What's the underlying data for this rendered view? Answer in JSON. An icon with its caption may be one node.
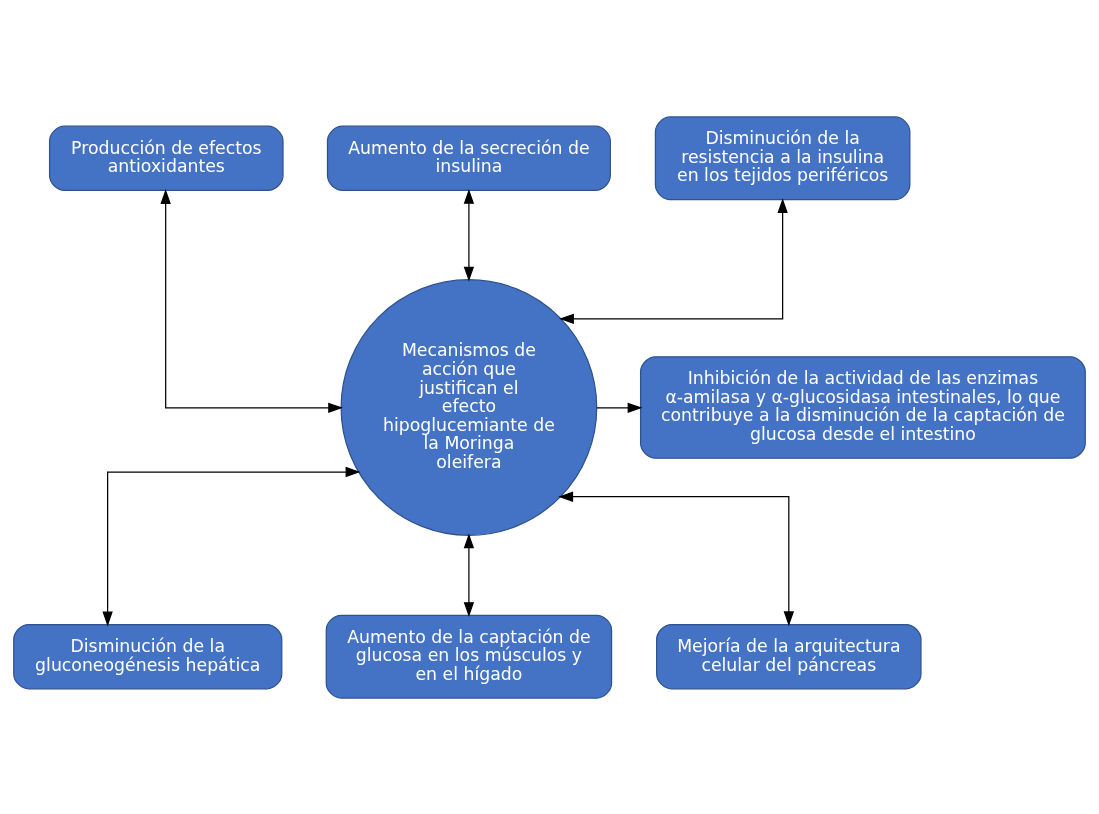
{
  "diagram": {
    "nodes": [
      {
        "text": [
          "Producción de efectos antioxidantes"
        ]
      },
      {
        "text": [
          "Aumento de la secreción de insulina"
        ]
      },
      {
        "text": [
          "Disminución de la resistencia a la insulina en los tejidos periféricos"
        ]
      },
      {
        "text": [
          "Mecanismos de acción que justifican el efecto hipoglucemiante de la Moringa oleifera"
        ]
      },
      {
        "text": [
          "Inhibición de la actividad de las enzimas α-amilasa y α-glucosidasa intestinales, lo que contribuye a la disminución de la captación de glucosa desde el intestino"
        ]
      },
      {
        "text": [
          "Disminución de la gluconeogénesis hepática"
        ]
      },
      {
        "text": [
          "Aumento de la captación de glucosa en los músculos y en el hígado"
        ]
      },
      {
        "text": [
          "Mejoría de la arquitectura celular del páncreas"
        ]
      }
    ],
    "edges": [
      {
        "from": 3,
        "to": 0,
        "arrow": "both"
      },
      {
        "from": 3,
        "to": 1,
        "arrow": "both"
      },
      {
        "from": 3,
        "to": 2,
        "arrow": "both"
      },
      {
        "from": 3,
        "to": 4,
        "arrow": "to"
      },
      {
        "from": 3,
        "to": 5,
        "arrow": "both"
      },
      {
        "from": 3,
        "to": 6,
        "arrow": "both"
      },
      {
        "from": 3,
        "to": 7,
        "arrow": "both"
      }
    ]
  }
}
